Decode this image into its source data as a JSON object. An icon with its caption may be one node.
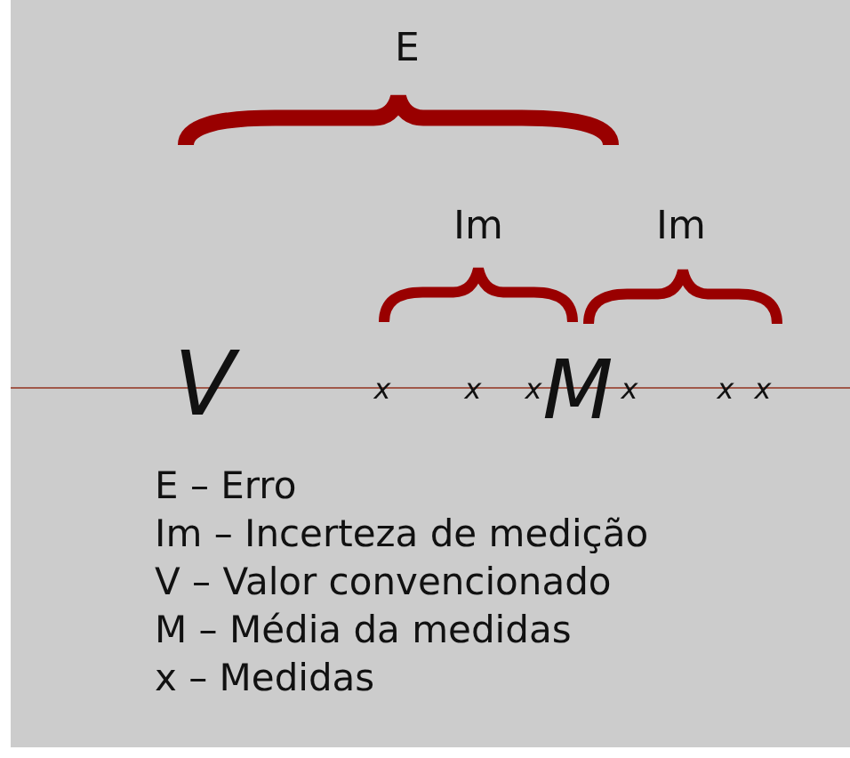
{
  "diagram": {
    "labels": [
      "E",
      "Im",
      "Im",
      "V",
      "x",
      "x",
      "x",
      "M",
      "x",
      "x",
      "x",
      "E – Erro",
      "Im – Incerteza de medição",
      "V – Valor convencionado",
      "M – Média da medidas",
      "x – Medidas"
    ]
  }
}
